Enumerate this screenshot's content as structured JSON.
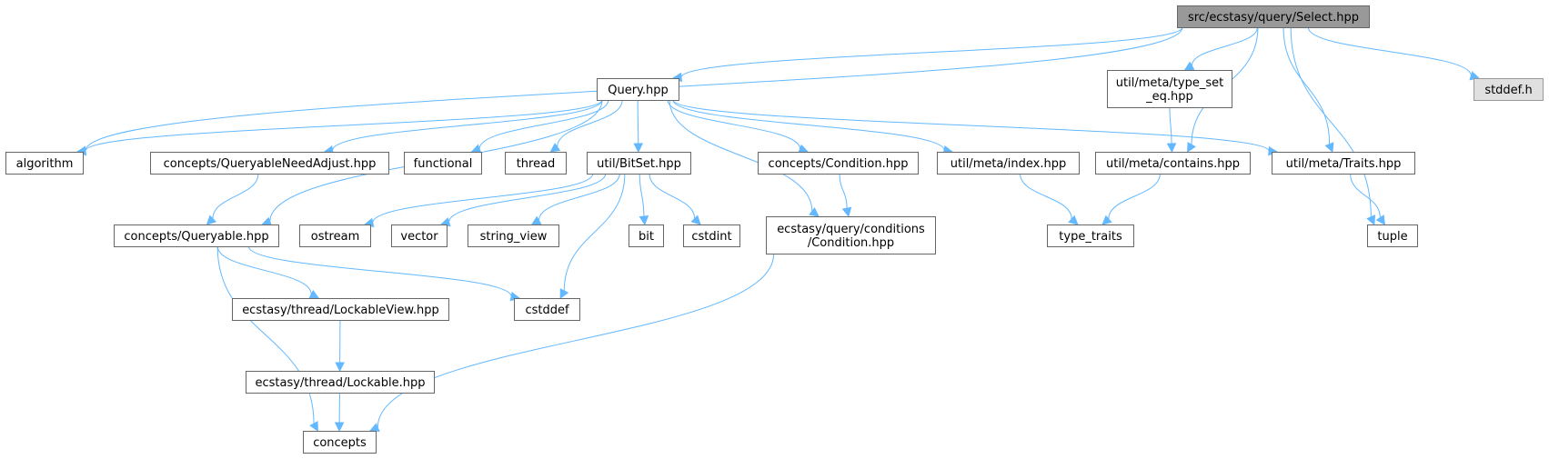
{
  "graph": {
    "nodes": [
      {
        "id": "select",
        "label": "src/ecstasy/query/Select.hpp",
        "kind": "root"
      },
      {
        "id": "query",
        "label": "Query.hpp",
        "kind": "file"
      },
      {
        "id": "typeseteq",
        "label": "util/meta/type_set\n_eq.hpp",
        "kind": "file"
      },
      {
        "id": "stddefh",
        "label": "stddef.h",
        "kind": "external"
      },
      {
        "id": "algorithm",
        "label": "algorithm",
        "kind": "file"
      },
      {
        "id": "qneedadj",
        "label": "concepts/QueryableNeedAdjust.hpp",
        "kind": "file"
      },
      {
        "id": "functional",
        "label": "functional",
        "kind": "file"
      },
      {
        "id": "thread",
        "label": "thread",
        "kind": "file"
      },
      {
        "id": "bitset",
        "label": "util/BitSet.hpp",
        "kind": "file"
      },
      {
        "id": "condition",
        "label": "concepts/Condition.hpp",
        "kind": "file"
      },
      {
        "id": "index",
        "label": "util/meta/index.hpp",
        "kind": "file"
      },
      {
        "id": "contains",
        "label": "util/meta/contains.hpp",
        "kind": "file"
      },
      {
        "id": "traits",
        "label": "util/meta/Traits.hpp",
        "kind": "file"
      },
      {
        "id": "queryable",
        "label": "concepts/Queryable.hpp",
        "kind": "file"
      },
      {
        "id": "ostream",
        "label": "ostream",
        "kind": "file"
      },
      {
        "id": "vector",
        "label": "vector",
        "kind": "file"
      },
      {
        "id": "stringview",
        "label": "string_view",
        "kind": "file"
      },
      {
        "id": "bit",
        "label": "bit",
        "kind": "file"
      },
      {
        "id": "cstdint",
        "label": "cstdint",
        "kind": "file"
      },
      {
        "id": "qcondition",
        "label": "ecstasy/query/conditions\n/Condition.hpp",
        "kind": "file"
      },
      {
        "id": "typetraits",
        "label": "type_traits",
        "kind": "file"
      },
      {
        "id": "tuple",
        "label": "tuple",
        "kind": "file"
      },
      {
        "id": "lockview",
        "label": "ecstasy/thread/LockableView.hpp",
        "kind": "file"
      },
      {
        "id": "cstddef",
        "label": "cstddef",
        "kind": "file"
      },
      {
        "id": "lockable",
        "label": "ecstasy/thread/Lockable.hpp",
        "kind": "file"
      },
      {
        "id": "concepts",
        "label": "concepts",
        "kind": "file"
      }
    ],
    "edges": [
      {
        "from": "select",
        "to": "query"
      },
      {
        "from": "select",
        "to": "algorithm"
      },
      {
        "from": "select",
        "to": "typeseteq"
      },
      {
        "from": "select",
        "to": "contains"
      },
      {
        "from": "select",
        "to": "traits"
      },
      {
        "from": "select",
        "to": "tuple"
      },
      {
        "from": "select",
        "to": "stddefh"
      },
      {
        "from": "query",
        "to": "algorithm"
      },
      {
        "from": "query",
        "to": "qneedadj"
      },
      {
        "from": "query",
        "to": "functional"
      },
      {
        "from": "query",
        "to": "thread"
      },
      {
        "from": "query",
        "to": "bitset"
      },
      {
        "from": "query",
        "to": "condition"
      },
      {
        "from": "query",
        "to": "index"
      },
      {
        "from": "query",
        "to": "traits"
      },
      {
        "from": "query",
        "to": "qcondition"
      },
      {
        "from": "query",
        "to": "queryable"
      },
      {
        "from": "typeseteq",
        "to": "contains"
      },
      {
        "from": "qneedadj",
        "to": "queryable"
      },
      {
        "from": "bitset",
        "to": "ostream"
      },
      {
        "from": "bitset",
        "to": "vector"
      },
      {
        "from": "bitset",
        "to": "stringview"
      },
      {
        "from": "bitset",
        "to": "bit"
      },
      {
        "from": "bitset",
        "to": "cstdint"
      },
      {
        "from": "bitset",
        "to": "cstddef"
      },
      {
        "from": "condition",
        "to": "qcondition"
      },
      {
        "from": "index",
        "to": "typetraits"
      },
      {
        "from": "contains",
        "to": "typetraits"
      },
      {
        "from": "traits",
        "to": "tuple"
      },
      {
        "from": "queryable",
        "to": "lockview"
      },
      {
        "from": "queryable",
        "to": "cstddef"
      },
      {
        "from": "queryable",
        "to": "concepts"
      },
      {
        "from": "lockview",
        "to": "lockable"
      },
      {
        "from": "lockable",
        "to": "concepts"
      },
      {
        "from": "qcondition",
        "to": "concepts"
      }
    ]
  }
}
